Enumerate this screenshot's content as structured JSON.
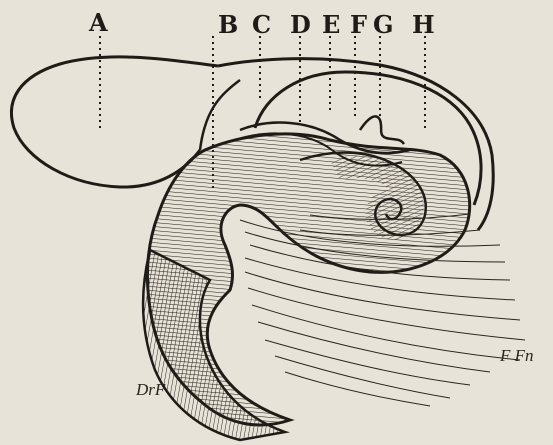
{
  "figure": {
    "labels": {
      "a": "A",
      "b": "B",
      "c": "C",
      "d": "D",
      "e": "E",
      "f": "F",
      "g": "G",
      "h": "H",
      "bottom_left": "DrF",
      "bottom_right": "F Fn"
    },
    "colors": {
      "paper": "#e8e3d8",
      "ink": "#1f1b17"
    }
  }
}
